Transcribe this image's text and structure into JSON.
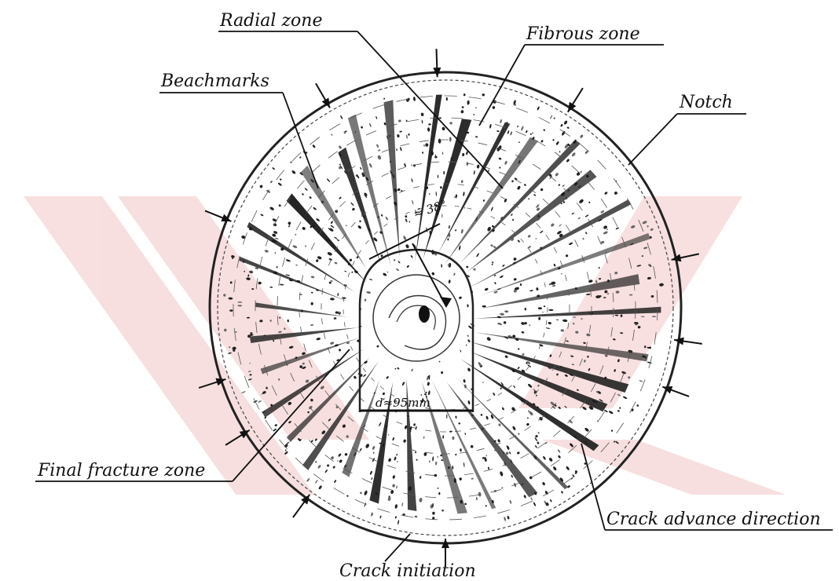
{
  "labels": {
    "radial_zone": "Radial zone",
    "fibrous_zone": "Fibrous zone",
    "beachmarks": "Beachmarks",
    "notch": "Notch",
    "final_fracture_zone": "Final fracture zone",
    "crack_advance_direction": "Crack advance direction",
    "crack_initiation": "Crack initiation"
  },
  "dimensions": {
    "angle": "≈ 38°",
    "width": "d≈95mm"
  },
  "colors": {
    "ink": "#111111",
    "watermark": "#e8b8b8",
    "paper": "#ffffff"
  }
}
